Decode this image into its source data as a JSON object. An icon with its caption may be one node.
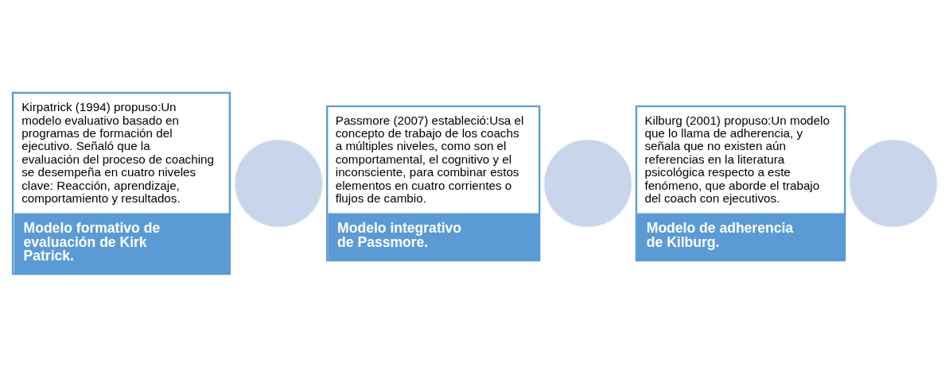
{
  "diagram": {
    "nodes": [
      {
        "text": [
          "Kirpatrick (1994) propuso:Un modelo evaluativo basado en programas de formación del ejecutivo. Señaló que la evaluación del proceso de coaching se desempeña en cuatro niveles clave: Reacción, aprendizaje, comportamiento y resultados.",
          "Modelo formativo de evaluación de Kirk Patrick."
        ]
      },
      {
        "text": [],
        "shape": "circle"
      },
      {
        "text": [
          "Passmore (2007) estableció:Usa el concepto de trabajo de los coachs a múltiples niveles, como son el comportamental, el cognitivo y el inconsciente, para combinar estos elementos en cuatro corrientes o flujos de cambio.",
          "Modelo integrativo de Passmore."
        ]
      },
      {
        "text": [],
        "shape": "circle"
      },
      {
        "text": [
          "Kilburg (2001) propuso:Un modelo que lo llama de adherencia, y señala que no existen aún referencias en la literatura psicológica respecto a este fenómeno, que aborde el trabajo del coach con ejecutivos.",
          "Modelo de adherencia de Kilburg."
        ]
      },
      {
        "text": [],
        "shape": "circle"
      }
    ],
    "edges": []
  }
}
